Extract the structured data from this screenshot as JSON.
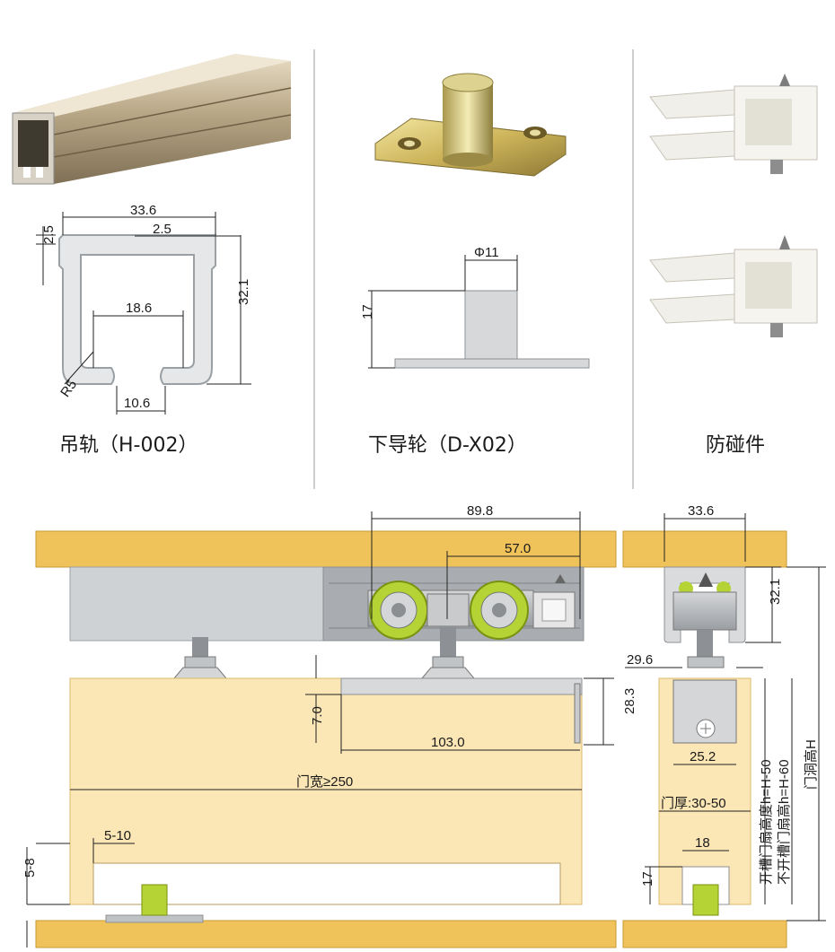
{
  "captions": {
    "rail": "吊轨（H-002）",
    "guide": "下导轮（D-X02）",
    "anti": "防碰件"
  },
  "rail_dims": {
    "width": "33.6",
    "lip_top": "2.5",
    "lip_side": "2.5",
    "height": "32.1",
    "inner": "18.6",
    "radius": "R5",
    "slot": "10.6"
  },
  "guide_dims": {
    "diameter": "Φ11",
    "height": "17"
  },
  "front_dims": {
    "wheel_span": "89.8",
    "wheel_offset": "57.0",
    "top_gap": "7.0",
    "bracket_len": "103.0",
    "bracket_h": "28.3",
    "door_width": "门宽≥250",
    "groove_offset": "5-10",
    "floor_gap": "5-8"
  },
  "side_dims": {
    "rail_w": "33.6",
    "rail_h": "32.1",
    "hanger": "29.6",
    "plate": "25.2",
    "thickness": "门厚:30-50",
    "groove_w": "18",
    "groove_h": "17",
    "h_groove": "开槽门扇高度h=H-50",
    "h_nogroove": "不开槽门扇高h=H-60",
    "opening": "门洞高H"
  },
  "colors": {
    "wood": "#f0c25a",
    "door": "#fbe6b5",
    "wheel": "#b5d334",
    "steel": "#b9bcbf",
    "dim_line": "#222222"
  }
}
